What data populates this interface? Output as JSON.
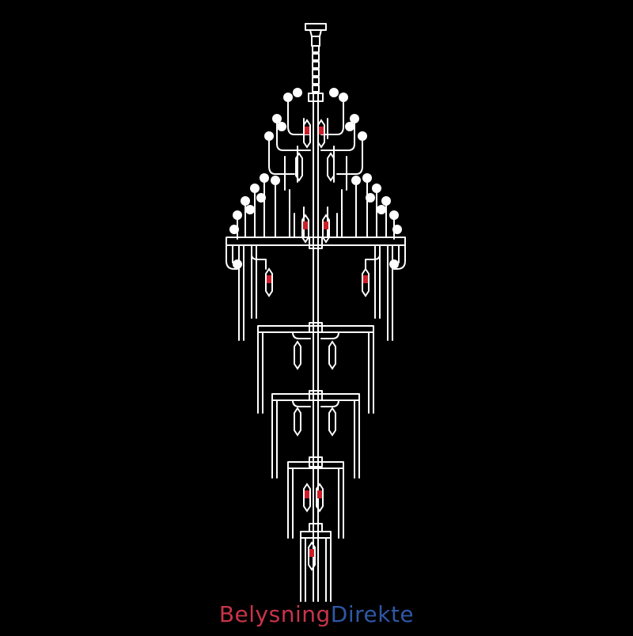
{
  "watermark": {
    "part1": "Belysning",
    "part2": "Direkte",
    "part1_color": "#c8344a",
    "part2_color": "#2f57a6"
  },
  "drawing": {
    "background": "#000000",
    "line_color": "#ffffff",
    "accent_color": "#cc1f2a",
    "subject": "chandelier-outline"
  }
}
